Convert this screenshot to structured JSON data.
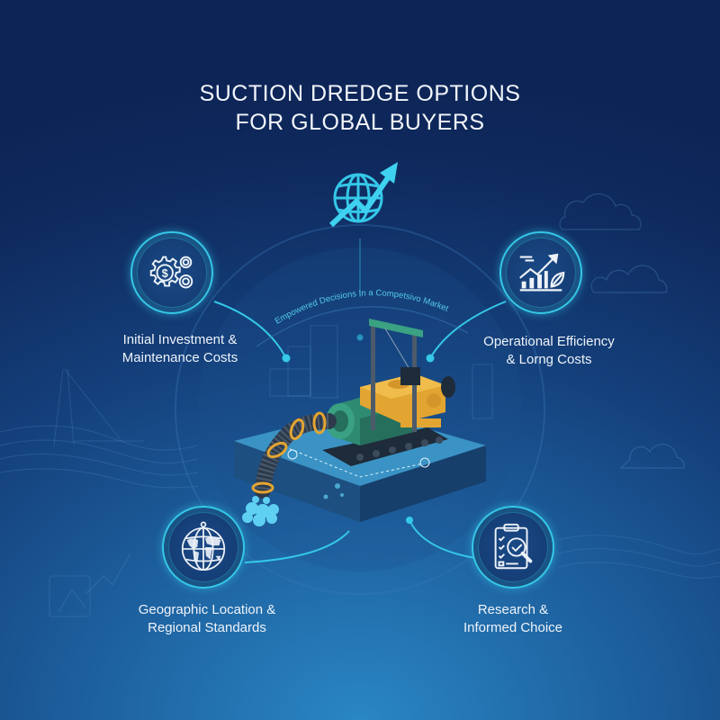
{
  "header": {
    "title_line1": "SUCTION DREDGE OPTIONS",
    "title_line2": "FOR GLOBAL BUYERS"
  },
  "center": {
    "arc_caption": "Empowered Decisions In a Competsivo Market",
    "illustration": "suction-dredge-on-platform",
    "top_icon": "globe-growth-arrow-icon"
  },
  "factors": [
    {
      "id": "investment",
      "line1": "Initial Investment &",
      "line2": "Maintenance Costs",
      "icon": "gears-dollar-icon",
      "position": "top-left"
    },
    {
      "id": "efficiency",
      "line1": "Operational Efficiency",
      "line2": "& Lorng Costs",
      "icon": "growth-chart-leaf-icon",
      "position": "top-right"
    },
    {
      "id": "geography",
      "line1": "Geographic Location &",
      "line2": "Regional Standards",
      "icon": "world-globe-icon",
      "position": "bottom-left"
    },
    {
      "id": "research",
      "line1": "Research &",
      "line2": "Informed Choice",
      "icon": "clipboard-magnifier-icon",
      "position": "bottom-right"
    }
  ],
  "colors": {
    "background_top": "#0d2456",
    "background_bottom": "#2a86c4",
    "accent_cyan": "#35c8e8",
    "text": "#eef3f9",
    "dredge_green": "#2f8a72",
    "dredge_yellow": "#e3a531",
    "platform_blue": "#2b7fb0"
  }
}
